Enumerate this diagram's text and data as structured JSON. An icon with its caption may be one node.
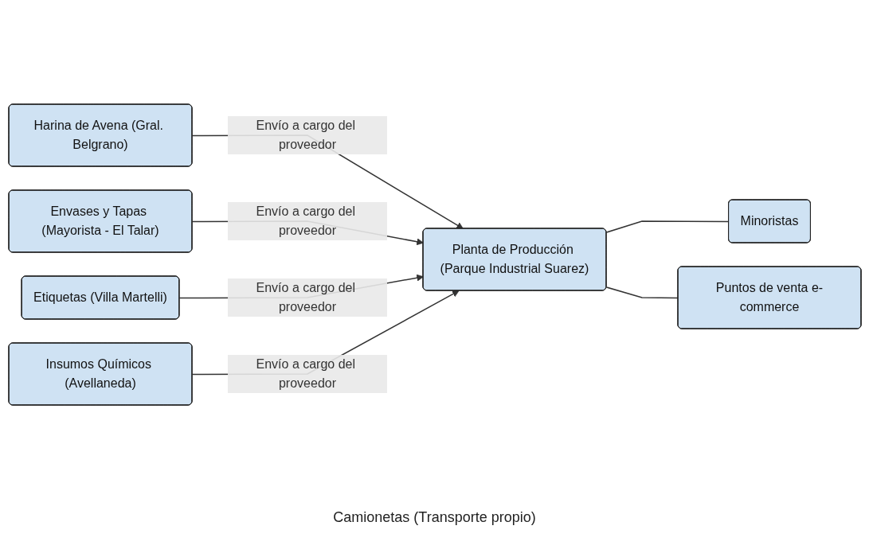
{
  "diagram": {
    "nodes": [
      {
        "text": [
          "Harina de Avena (Gral. Belgrano)"
        ]
      },
      {
        "text": [
          "Envases y Tapas (Mayorista - El Talar)"
        ]
      },
      {
        "text": [
          "Etiquetas (Villa Martelli)"
        ]
      },
      {
        "text": [
          "Insumos Químicos (Avellaneda)"
        ]
      },
      {
        "text": [
          "Planta de Producción (Parque Industrial Suarez)"
        ]
      },
      {
        "text": [
          "Minoristas"
        ]
      },
      {
        "text": [
          "Puntos de venta e-commerce"
        ]
      }
    ],
    "edges": [
      {
        "from": 0,
        "to": 4,
        "arrow": "to",
        "label": "Envío a cargo del proveedor"
      },
      {
        "from": 1,
        "to": 4,
        "arrow": "to",
        "label": "Envío a cargo del proveedor"
      },
      {
        "from": 2,
        "to": 4,
        "arrow": "to",
        "label": "Envío a cargo del proveedor"
      },
      {
        "from": 3,
        "to": 4,
        "arrow": "to",
        "label": "Envío a cargo del proveedor"
      },
      {
        "from": 4,
        "to": 5,
        "arrow": "none"
      },
      {
        "from": 4,
        "to": 6,
        "arrow": "none"
      }
    ],
    "labels": [
      "Camionetas (Transporte propio)"
    ]
  }
}
